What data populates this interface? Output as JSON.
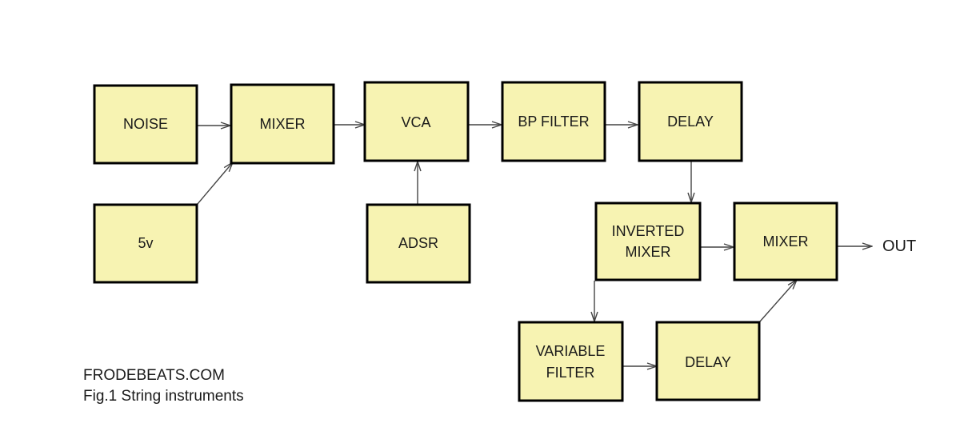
{
  "diagram": {
    "blocks": [
      {
        "id": "noise",
        "lines": [
          "NOISE"
        ]
      },
      {
        "id": "mixer1",
        "lines": [
          "MIXER"
        ]
      },
      {
        "id": "vca",
        "lines": [
          "VCA"
        ]
      },
      {
        "id": "bpfilter",
        "lines": [
          "BP FILTER"
        ]
      },
      {
        "id": "delay1",
        "lines": [
          "DELAY"
        ]
      },
      {
        "id": "v5",
        "lines": [
          "5v"
        ]
      },
      {
        "id": "adsr",
        "lines": [
          "ADSR"
        ]
      },
      {
        "id": "invmixer",
        "lines": [
          "INVERTED",
          "MIXER"
        ]
      },
      {
        "id": "mixer2",
        "lines": [
          "MIXER"
        ]
      },
      {
        "id": "varfilter",
        "lines": [
          "VARIABLE",
          "FILTER"
        ]
      },
      {
        "id": "delay2",
        "lines": [
          "DELAY"
        ]
      }
    ],
    "connections": [
      [
        "noise",
        "mixer1"
      ],
      [
        "v5",
        "mixer1"
      ],
      [
        "mixer1",
        "vca"
      ],
      [
        "adsr",
        "vca"
      ],
      [
        "vca",
        "bpfilter"
      ],
      [
        "bpfilter",
        "delay1"
      ],
      [
        "delay1",
        "invmixer"
      ],
      [
        "invmixer",
        "mixer2"
      ],
      [
        "invmixer",
        "varfilter"
      ],
      [
        "varfilter",
        "delay2"
      ],
      [
        "delay2",
        "mixer2"
      ],
      [
        "mixer2",
        "out"
      ]
    ],
    "output_label": "OUT",
    "colors": {
      "block_fill": "#f7f3b2",
      "block_stroke": "#000000",
      "arrow": "#444444",
      "text": "#1a1a1a"
    }
  },
  "caption": {
    "site": "FRODEBEATS.COM",
    "figure": "Fig.1  String instruments"
  }
}
